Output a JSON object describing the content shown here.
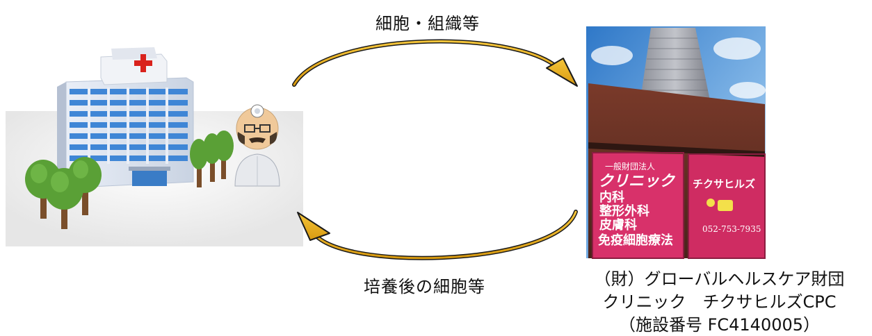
{
  "diagram": {
    "arrow_top_label": "細胞・組織等",
    "arrow_bottom_label": "培養後の細胞等",
    "facility": {
      "line1": "（財）グローバルヘルスケア財団",
      "line2": "クリニック　チクサヒルズCPC",
      "line3": "（施設番号 FC4140005）"
    },
    "sign": {
      "org": "一般財団法人",
      "clinic": "クリニック",
      "dept1": "内科",
      "dept2": "整形外科",
      "dept3": "皮膚科",
      "dept4": "免疫細胞療法",
      "brand": "チクサヒルズ",
      "phone": "052-753-7935"
    },
    "colors": {
      "arrow": "#e8a812",
      "sign_pink": "#d8316a",
      "brick": "#6e3325",
      "hospital_cross": "#d9221c",
      "tree": "#5aa036"
    }
  }
}
